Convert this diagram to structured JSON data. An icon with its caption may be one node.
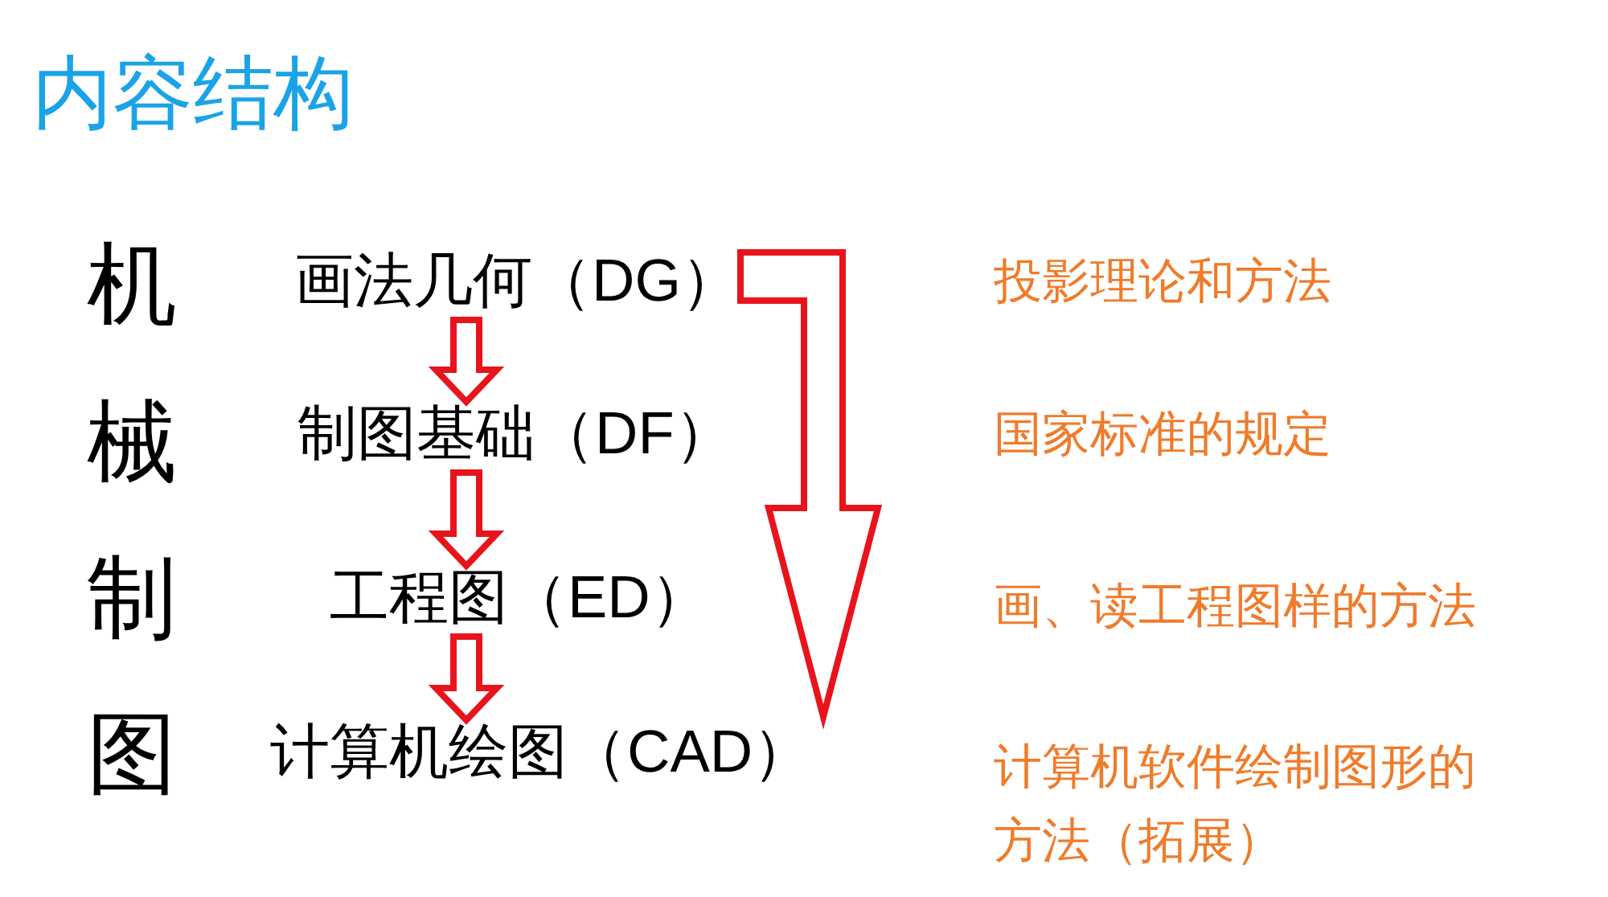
{
  "diagram": {
    "title": "内容结构",
    "nodes": [
      {
        "text": [
          "画法几何（DG）"
        ]
      },
      {
        "text": [
          "制图基础（DF）"
        ]
      },
      {
        "text": [
          "工程图（ED）"
        ]
      },
      {
        "text": [
          "计算机绘图（CAD）"
        ]
      }
    ],
    "edges": [
      {
        "from": 0,
        "to": 1,
        "arrow": "to"
      },
      {
        "from": 1,
        "to": 2,
        "arrow": "to"
      },
      {
        "from": 2,
        "to": 3,
        "arrow": "to"
      },
      {
        "from": 0,
        "to": 3,
        "arrow": "to"
      }
    ],
    "labels": [
      "机",
      "投影理论和方法",
      "械",
      "国家标准的规定",
      "制",
      "画、读工程图样的方法",
      "图",
      "计算机软件绘制图形的方法（拓展）"
    ]
  }
}
